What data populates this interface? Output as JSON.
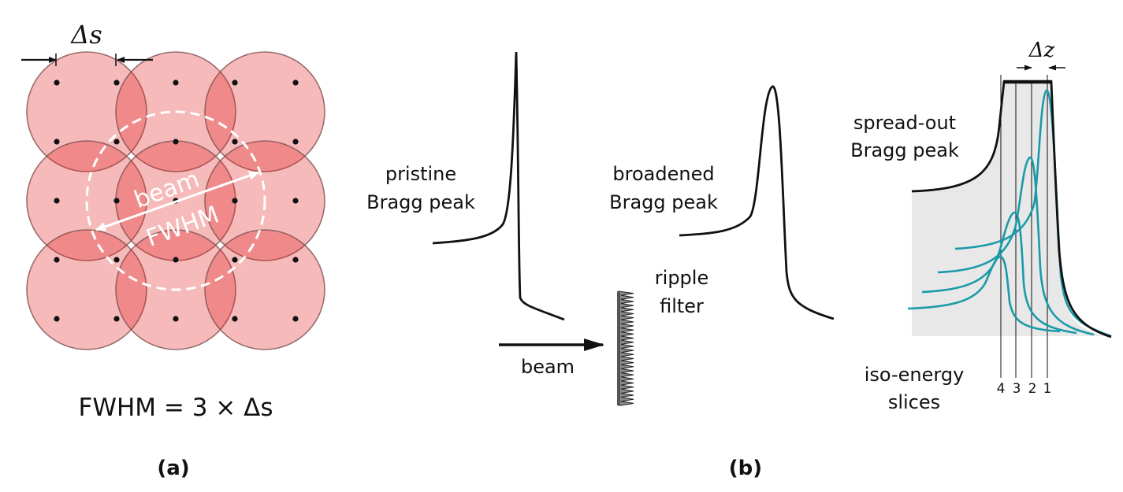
{
  "panel_a": {
    "label": "(a)",
    "delta_s_label": "Δs",
    "beam_label": "beam",
    "fwhm_label": "FWHM",
    "formula": "FWHM = 3 × Δs",
    "circle_color": "#e21b1b",
    "dot_color": "#111111",
    "dashed_circle_color": "#ffffff"
  },
  "panel_b": {
    "label": "(b)",
    "pristine_label_line1": "pristine",
    "pristine_label_line2": "Bragg peak",
    "broadened_label_line1": "broadened",
    "broadened_label_line2": "Bragg peak",
    "ripple_label_line1": "ripple",
    "ripple_label_line2": "filter",
    "beam_label": "beam",
    "sobp_label_line1": "spread-out",
    "sobp_label_line2": "Bragg peak",
    "iso_label_line1": "iso-energy",
    "iso_label_line2": "slices",
    "delta_z_label": "Δz",
    "slice_numbers": [
      "4",
      "3",
      "2",
      "1"
    ],
    "slice_color": "#1a9aa8",
    "sobp_fill_color": "#e8e8e8"
  }
}
